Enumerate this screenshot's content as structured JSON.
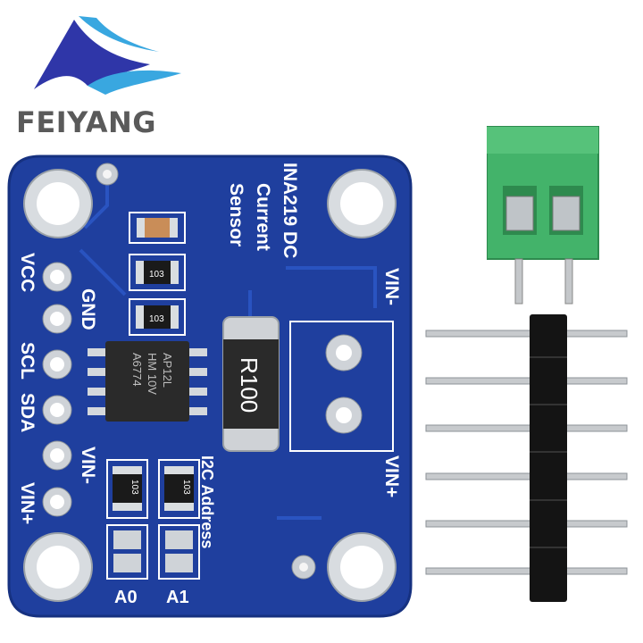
{
  "brand": {
    "name": "FEIYANG",
    "logo_colors": {
      "blue": "#2f36a8",
      "cyan": "#39a7e0"
    }
  },
  "board": {
    "title_lines": [
      "INA219 DC",
      "Current",
      "Sensor"
    ],
    "pins_left": [
      "VCC",
      "GND",
      "SCL",
      "SDA",
      "VIN-",
      "VIN+"
    ],
    "terminal_labels": {
      "top": "VIN-",
      "bottom": "VIN+"
    },
    "shunt_resistor": "R100",
    "smd_resistor_code": "103",
    "chip_markings": [
      "AP12L",
      "HM 10V",
      "A6774"
    ],
    "i2c_label": "I2C Address",
    "address_jumpers": [
      "A0",
      "A1"
    ],
    "colors": {
      "pcb": "#1f3f9e",
      "silk": "#ffffff",
      "pad": "#cfd3d8"
    }
  },
  "accessories": {
    "terminal_block_color": "#43b36a",
    "header_pin_count": 6
  }
}
